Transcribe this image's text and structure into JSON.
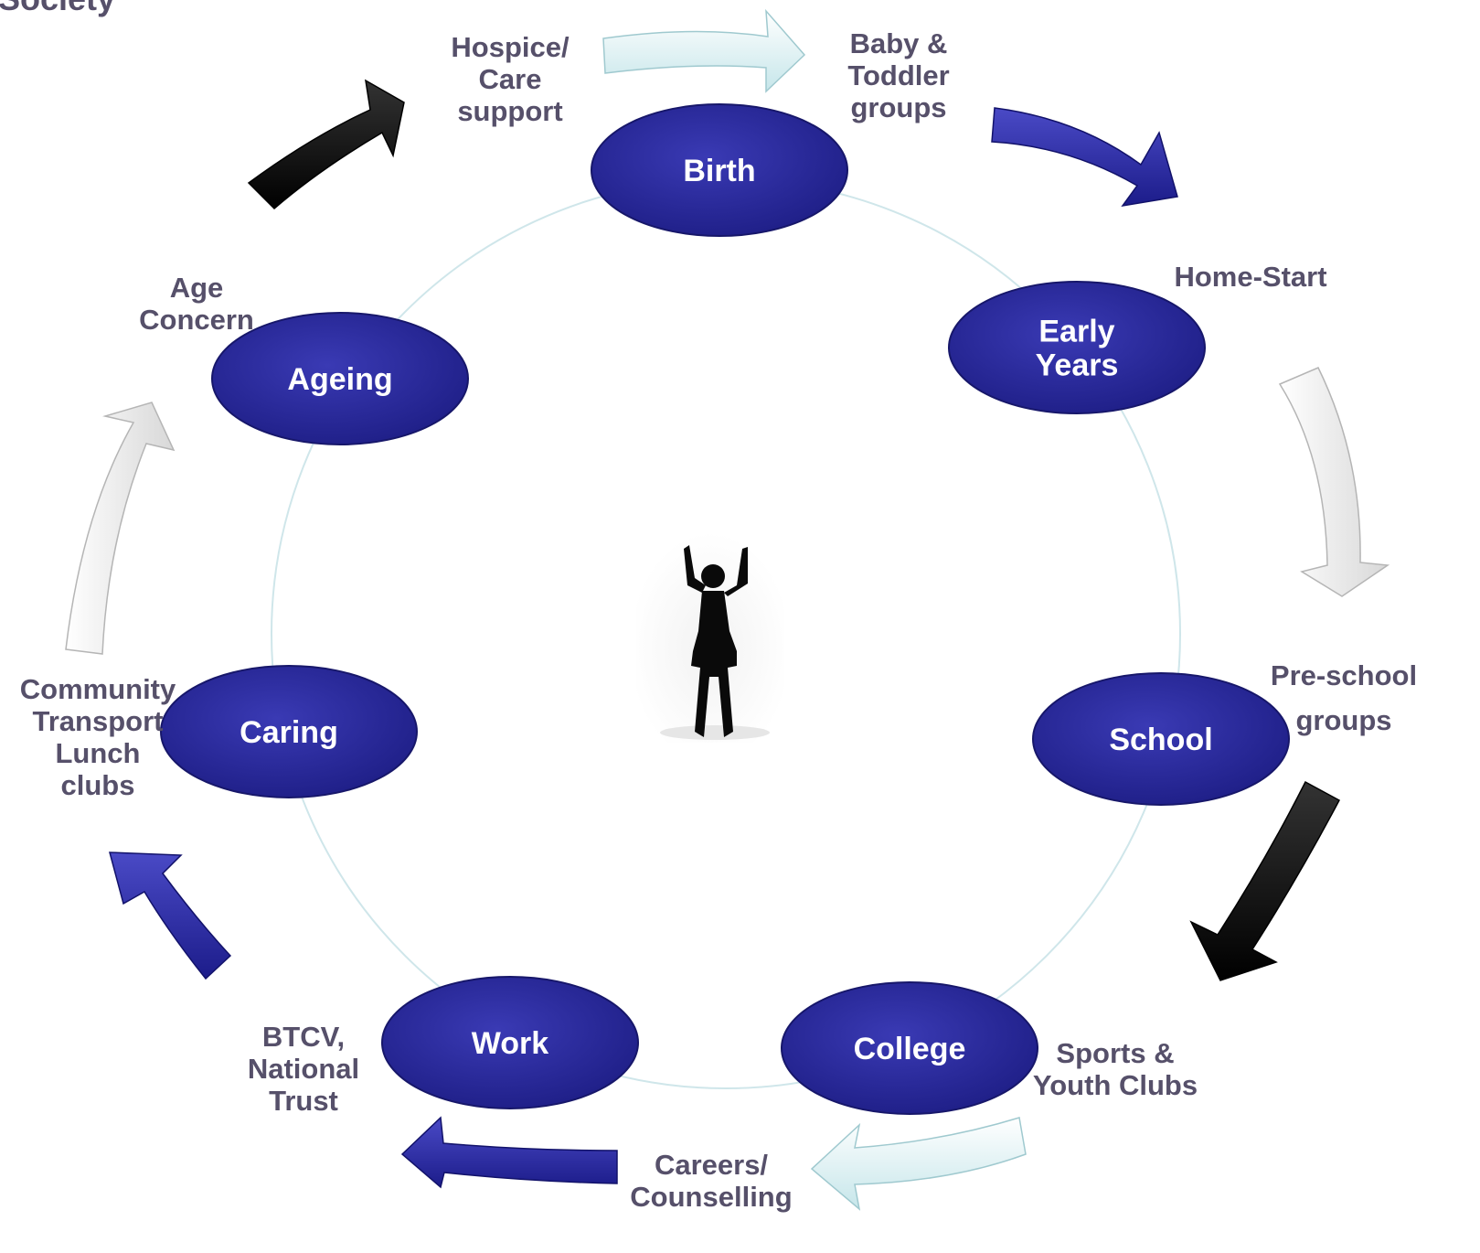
{
  "title": "l Society",
  "stages": [
    {
      "id": "birth",
      "lines": [
        "Birth"
      ]
    },
    {
      "id": "early-years",
      "lines": [
        "Early",
        "Years"
      ]
    },
    {
      "id": "school",
      "lines": [
        "School"
      ]
    },
    {
      "id": "college",
      "lines": [
        "College"
      ]
    },
    {
      "id": "work",
      "lines": [
        "Work"
      ]
    },
    {
      "id": "caring",
      "lines": [
        "Caring"
      ]
    },
    {
      "id": "ageing",
      "lines": [
        "Ageing"
      ]
    }
  ],
  "services": {
    "hospice": [
      "Hospice/",
      "Care",
      "support"
    ],
    "baby_toddler": [
      "Baby &",
      "Toddler",
      "groups"
    ],
    "home_start": [
      "Home-Start"
    ],
    "pre_school": [
      "Pre-school",
      "groups"
    ],
    "sports_youth": [
      "Sports &",
      "Youth Clubs"
    ],
    "careers": [
      "Careers/",
      "Counselling"
    ],
    "btcv": [
      "BTCV,",
      "National",
      "Trust"
    ],
    "community": [
      "Community",
      "Transport",
      "Lunch",
      "clubs"
    ],
    "age_concern": [
      "Age",
      "Concern"
    ]
  },
  "colors": {
    "node_fill": "#2a2a9c",
    "node_edge": "#17176a",
    "arrow_blue": "#2b2ba8",
    "arrow_black": "#0a0a0a",
    "arrow_light_blue": "#d9eff2",
    "arrow_white": "#f4f4f4",
    "ring": "#cfe6ea",
    "label_text": "#56506a"
  },
  "icons": {
    "center": "person-silhouette-icon"
  }
}
